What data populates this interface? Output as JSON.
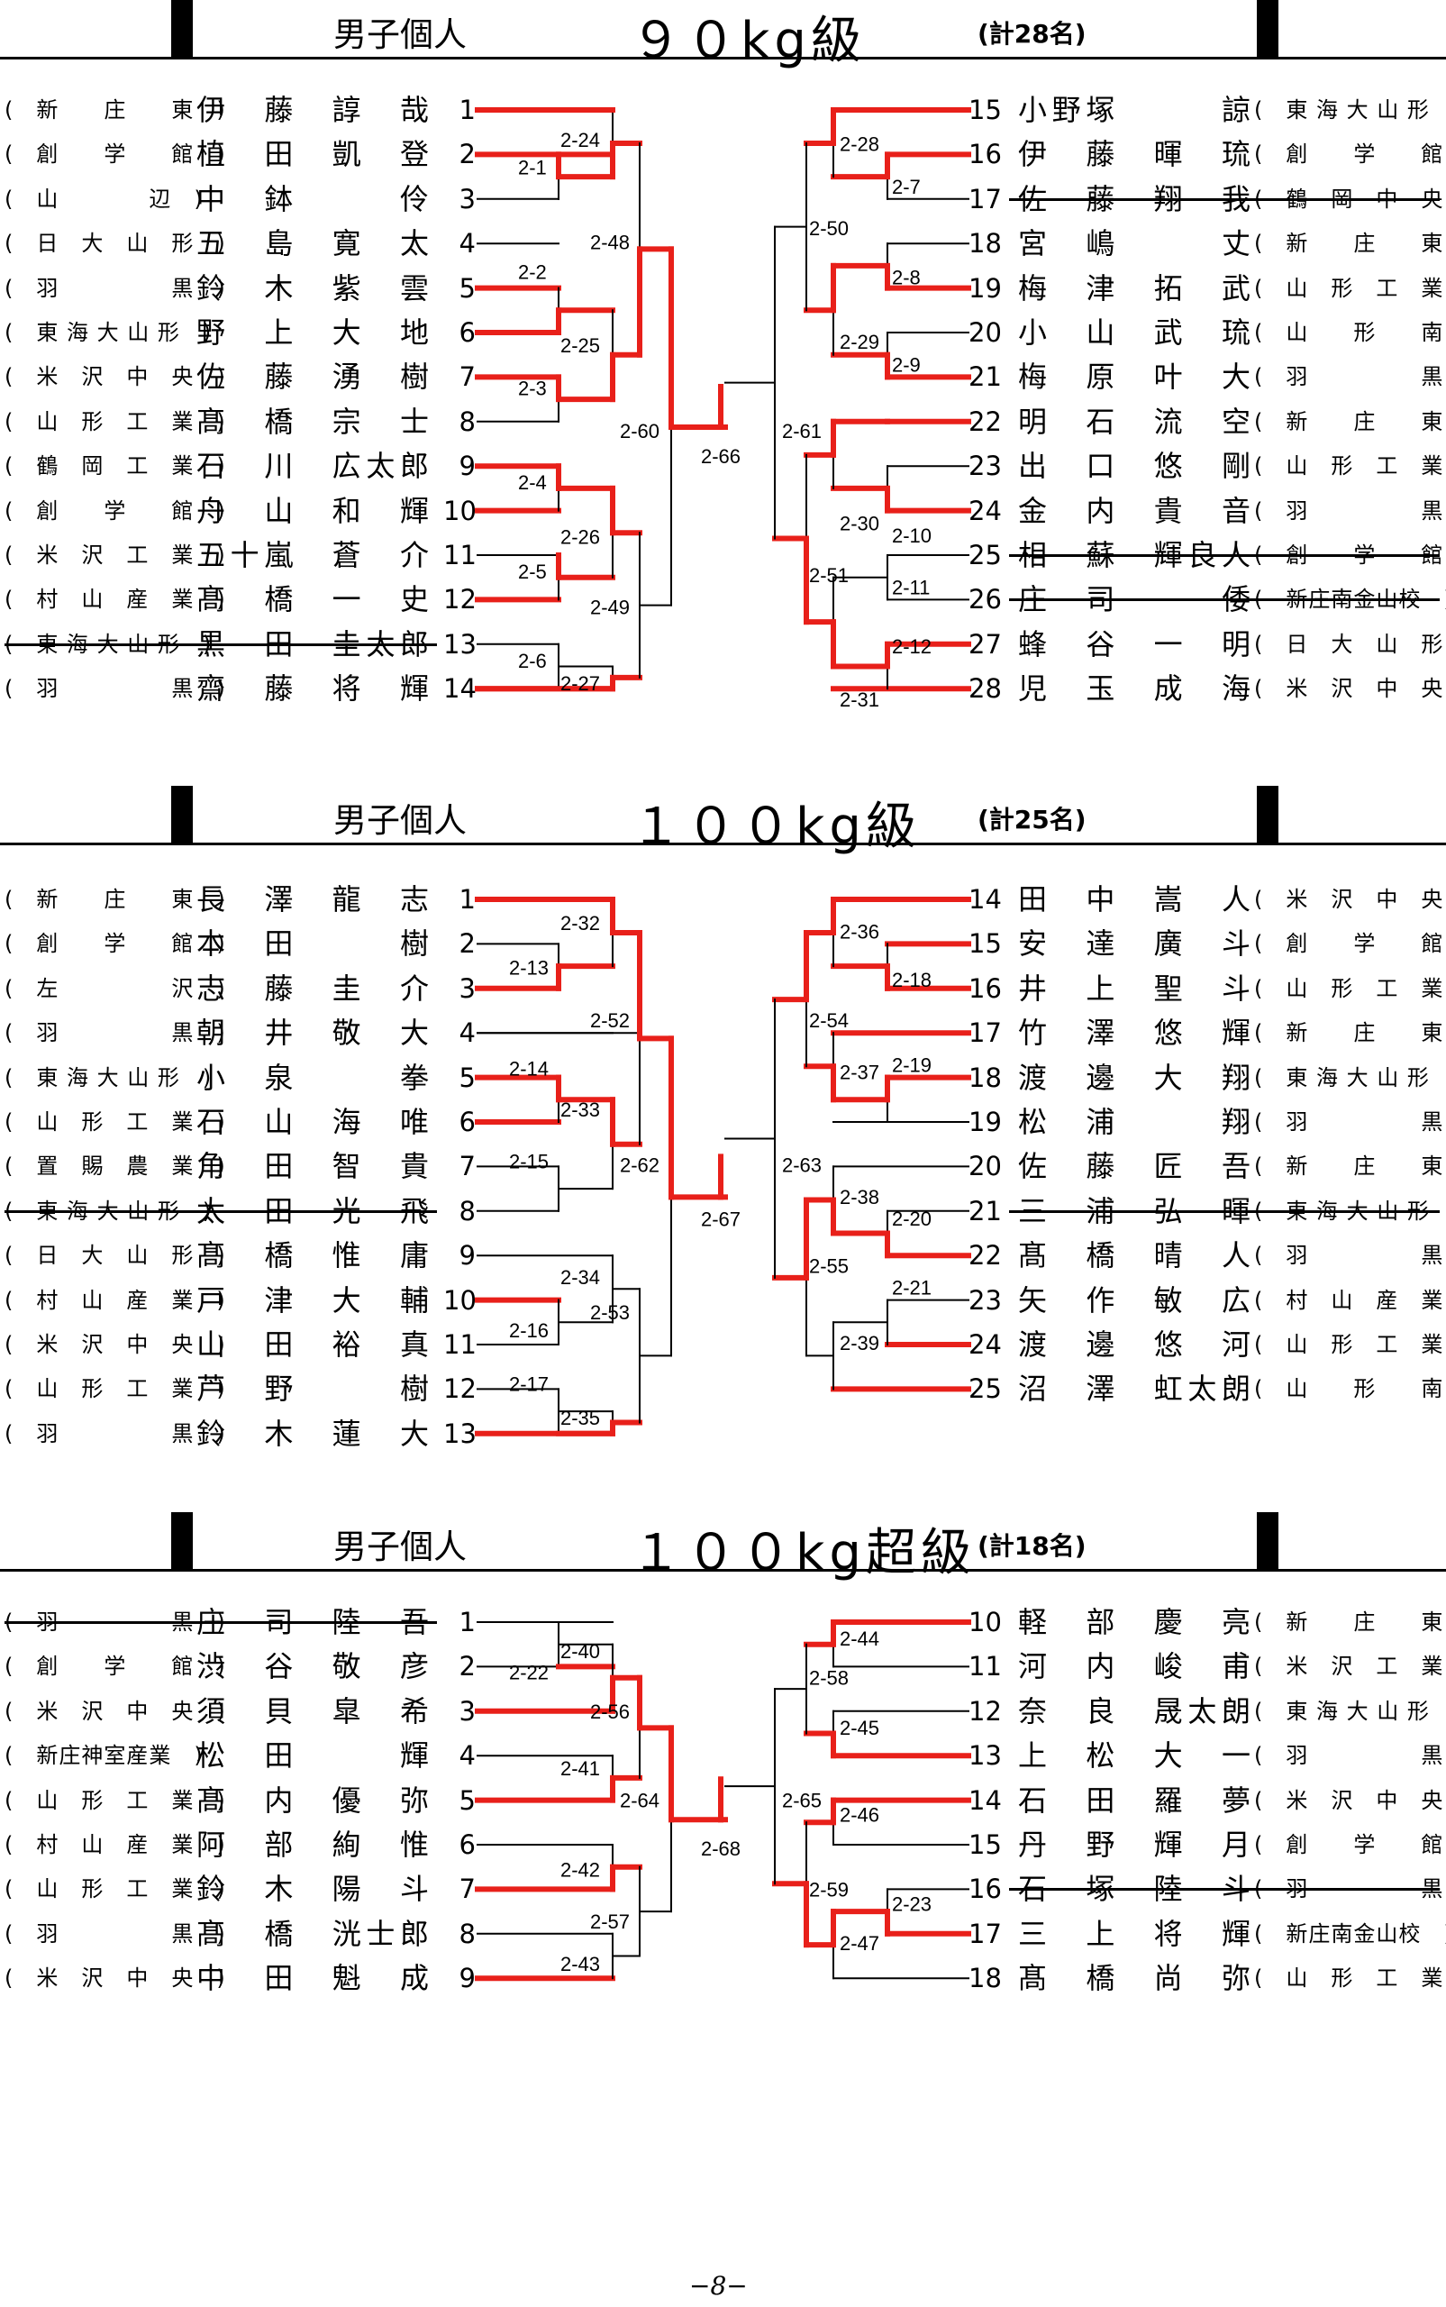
{
  "sections": [
    {
      "label": "男子個人",
      "weight": "９０kg級",
      "count": "(計28名)",
      "left": [
        {
          "seed": "1",
          "name": "伊　藤　諄　哉",
          "team": "(　新　　庄　　東　)"
        },
        {
          "seed": "2",
          "name": "植　田　凱　登",
          "team": "(　創　　学　　館　)"
        },
        {
          "seed": "3",
          "name": "中　鉢　　　伶",
          "team": "(　山　　　　辺　)"
        },
        {
          "seed": "4",
          "name": "五　島　寛　太",
          "team": "(　日　大　山　形　)"
        },
        {
          "seed": "5",
          "name": "鈴　木　紫　雲",
          "team": "(　羽　　　　　黒　)"
        },
        {
          "seed": "6",
          "name": "野　上　大　地",
          "team": "(　東 海 大 山 形　)"
        },
        {
          "seed": "7",
          "name": "佐　藤　湧　樹",
          "team": "(　米　沢　中　央　)"
        },
        {
          "seed": "8",
          "name": "髙　橋　宗　士",
          "team": "(　山　形　工　業　)"
        },
        {
          "seed": "9",
          "name": "石　川　広太郎",
          "team": "(　鶴　岡　工　業　)"
        },
        {
          "seed": "10",
          "name": "舟　山　和　輝",
          "team": "(　創　　学　　館　)"
        },
        {
          "seed": "11",
          "name": "五十嵐　蒼　介",
          "team": "(　米　沢　工　業　)"
        },
        {
          "seed": "12",
          "name": "髙　橋　一　史",
          "team": "(　村　山　産　業　)"
        },
        {
          "seed": "13",
          "name": "黒　田　圭太郎",
          "team": "(　東 海 大 山 形　)",
          "withdrawn": true
        },
        {
          "seed": "14",
          "name": "齋　藤　将　輝",
          "team": "(　羽　　　　　黒　)"
        }
      ],
      "right": [
        {
          "seed": "15",
          "name": "小野塚　　　諒",
          "team": "(　東 海 大 山 形　)"
        },
        {
          "seed": "16",
          "name": "伊　藤　暉　琉",
          "team": "(　創　　学　　館　)"
        },
        {
          "seed": "17",
          "name": "佐　藤　翔　我",
          "team": "(　鶴　岡　中　央　)",
          "withdrawn": true
        },
        {
          "seed": "18",
          "name": "宮　嶋　　　丈",
          "team": "(　新　　庄　　東　)"
        },
        {
          "seed": "19",
          "name": "梅　津　拓　武",
          "team": "(　山　形　工　業　)"
        },
        {
          "seed": "20",
          "name": "小　山　武　琉",
          "team": "(　山　　形　　南　)"
        },
        {
          "seed": "21",
          "name": "梅　原　叶　大",
          "team": "(　羽　　　　　黒　)"
        },
        {
          "seed": "22",
          "name": "明　石　流　空",
          "team": "(　新　　庄　　東　)"
        },
        {
          "seed": "23",
          "name": "出　口　悠　剛",
          "team": "(　山　形　工　業　)"
        },
        {
          "seed": "24",
          "name": "金　内　貴　音",
          "team": "(　羽　　　　　黒　)"
        },
        {
          "seed": "25",
          "name": "相　蘇　輝良人",
          "team": "(　創　　学　　館　)",
          "withdrawn": true
        },
        {
          "seed": "26",
          "name": "庄　司　　　倭",
          "team": "(　新庄南金山校　)",
          "withdrawn": true
        },
        {
          "seed": "27",
          "name": "蜂　谷　一　明",
          "team": "(　日　大　山　形　)"
        },
        {
          "seed": "28",
          "name": "児　玉　成　海",
          "team": "(　米　沢　中　央　)"
        }
      ]
    },
    {
      "label": "男子個人",
      "weight": "１００kg級",
      "count": "(計25名)",
      "left": [
        {
          "seed": "1",
          "name": "長　澤　龍　志",
          "team": "(　新　　庄　　東　)"
        },
        {
          "seed": "2",
          "name": "本　田　　　樹",
          "team": "(　創　　学　　館　)"
        },
        {
          "seed": "3",
          "name": "志　藤　圭　介",
          "team": "(　左　　　　　沢　)"
        },
        {
          "seed": "4",
          "name": "朝　井　敬　大",
          "team": "(　羽　　　　　黒　)"
        },
        {
          "seed": "5",
          "name": "小　泉　　　拳",
          "team": "(　東 海 大 山 形　)"
        },
        {
          "seed": "6",
          "name": "石　山　海　唯",
          "team": "(　山　形　工　業　)"
        },
        {
          "seed": "7",
          "name": "角　田　智　貴",
          "team": "(　置　賜　農　業　)"
        },
        {
          "seed": "8",
          "name": "太　田　光　飛",
          "team": "(　東 海 大 山 形　)",
          "withdrawn": true
        },
        {
          "seed": "9",
          "name": "髙　橋　惟　庸",
          "team": "(　日　大　山　形　)"
        },
        {
          "seed": "10",
          "name": "戸　津　大　輔",
          "team": "(　村　山　産　業　)"
        },
        {
          "seed": "11",
          "name": "山　田　裕　真",
          "team": "(　米　沢　中　央　)"
        },
        {
          "seed": "12",
          "name": "芦　野　　　樹",
          "team": "(　山　形　工　業　)"
        },
        {
          "seed": "13",
          "name": "鈴　木　蓮　大",
          "team": "(　羽　　　　　黒　)"
        }
      ],
      "right": [
        {
          "seed": "14",
          "name": "田　中　嵩　人",
          "team": "(　米　沢　中　央　)"
        },
        {
          "seed": "15",
          "name": "安　達　廣　斗",
          "team": "(　創　　学　　館　)"
        },
        {
          "seed": "16",
          "name": "井　上　聖　斗",
          "team": "(　山　形　工　業　)"
        },
        {
          "seed": "17",
          "name": "竹　澤　悠　輝",
          "team": "(　新　　庄　　東　)"
        },
        {
          "seed": "18",
          "name": "渡　邊　大　翔",
          "team": "(　東 海 大 山 形　)"
        },
        {
          "seed": "19",
          "name": "松　浦　　　翔",
          "team": "(　羽　　　　　黒　)"
        },
        {
          "seed": "20",
          "name": "佐　藤　匠　吾",
          "team": "(　新　　庄　　東　)"
        },
        {
          "seed": "21",
          "name": "三　浦　弘　暉",
          "team": "(　東 海 大 山 形　)",
          "withdrawn": true
        },
        {
          "seed": "22",
          "name": "髙　橋　晴　人",
          "team": "(　羽　　　　　黒　)"
        },
        {
          "seed": "23",
          "name": "矢　作　敏　広",
          "team": "(　村　山　産　業　)"
        },
        {
          "seed": "24",
          "name": "渡　邊　悠　河",
          "team": "(　山　形　工　業　)"
        },
        {
          "seed": "25",
          "name": "沼　澤　虹太朗",
          "team": "(　山　　形　　南　)"
        }
      ]
    },
    {
      "label": "男子個人",
      "weight": "１００kg超級",
      "count": "(計18名)",
      "left": [
        {
          "seed": "1",
          "name": "庄　司　陸　吾",
          "team": "(　羽　　　　　黒　)",
          "withdrawn": true
        },
        {
          "seed": "2",
          "name": "渋　谷　敬　彦",
          "team": "(　創　　学　　館　)"
        },
        {
          "seed": "3",
          "name": "須　貝　皐　希",
          "team": "(　米　沢　中　央　)"
        },
        {
          "seed": "4",
          "name": "松　田　　　輝",
          "team": "(　新庄神室産業　)"
        },
        {
          "seed": "5",
          "name": "髙　内　優　弥",
          "team": "(　山　形　工　業　)"
        },
        {
          "seed": "6",
          "name": "阿　部　絢　惟",
          "team": "(　村　山　産　業　)"
        },
        {
          "seed": "7",
          "name": "鈴　木　陽　斗",
          "team": "(　山　形　工　業　)"
        },
        {
          "seed": "8",
          "name": "髙　橋　洸士郎",
          "team": "(　羽　　　　　黒　)"
        },
        {
          "seed": "9",
          "name": "中　田　魁　成",
          "team": "(　米　沢　中　央　)"
        }
      ],
      "right": [
        {
          "seed": "10",
          "name": "軽　部　慶　亮",
          "team": "(　新　　庄　　東　)"
        },
        {
          "seed": "11",
          "name": "河　内　峻　甫",
          "team": "(　米　沢　工　業　)"
        },
        {
          "seed": "12",
          "name": "奈　良　晟太朗",
          "team": "(　東 海 大 山 形　)"
        },
        {
          "seed": "13",
          "name": "上　松　大　一",
          "team": "(　羽　　　　　黒　)"
        },
        {
          "seed": "14",
          "name": "石　田　羅　夢",
          "team": "(　米　沢　中　央　)"
        },
        {
          "seed": "15",
          "name": "丹　野　輝　月",
          "team": "(　創　　学　　館　)"
        },
        {
          "seed": "16",
          "name": "石　塚　陸　斗",
          "team": "(　羽　　　　　黒　)",
          "withdrawn": true
        },
        {
          "seed": "17",
          "name": "三　上　将　輝",
          "team": "(　新庄南金山校　)"
        },
        {
          "seed": "18",
          "name": "髙　橋　尚　弥",
          "team": "(　山　形　工　業　)"
        }
      ]
    }
  ],
  "match_labels": [
    [
      "2-1",
      "2-2",
      "2-3",
      "2-4",
      "2-5",
      "2-6",
      "2-24",
      "2-25",
      "2-26",
      "2-27",
      "2-48",
      "2-49",
      "2-60",
      "2-66",
      "2-61",
      "2-50",
      "2-51",
      "2-28",
      "2-29",
      "2-30",
      "2-31",
      "2-7",
      "2-8",
      "2-9",
      "2-10",
      "2-11",
      "2-12"
    ],
    [
      "2-13",
      "2-14",
      "2-15",
      "2-16",
      "2-17",
      "2-32",
      "2-33",
      "2-34",
      "2-35",
      "2-52",
      "2-53",
      "2-62",
      "2-67",
      "2-63",
      "2-54",
      "2-55",
      "2-36",
      "2-37",
      "2-38",
      "2-39",
      "2-18",
      "2-19",
      "2-20",
      "2-21"
    ],
    [
      "2-22",
      "2-40",
      "2-41",
      "2-42",
      "2-43",
      "2-56",
      "2-57",
      "2-64",
      "2-68",
      "2-65",
      "2-58",
      "2-59",
      "2-44",
      "2-45",
      "2-46",
      "2-47",
      "2-23"
    ]
  ],
  "page_number": "−8−",
  "colors": {
    "win_line": "#e8201a",
    "line": "#000000"
  }
}
